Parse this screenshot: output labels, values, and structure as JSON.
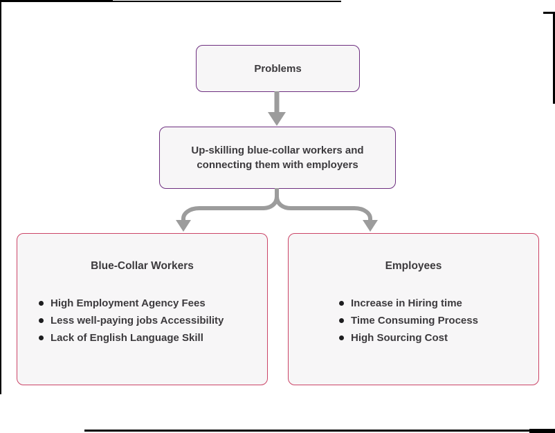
{
  "diagram": {
    "root": {
      "label": "Problems"
    },
    "statement": {
      "label": "Up-skilling blue-collar workers and connecting them with employers"
    },
    "branches": [
      {
        "title": "Blue-Collar Workers",
        "items": [
          "High Employment Agency Fees",
          "Less well-paying jobs Accessibility",
          "Lack of English Language Skill"
        ]
      },
      {
        "title": "Employees",
        "items": [
          "Increase in Hiring time",
          "Time Consuming Process",
          "High Sourcing Cost"
        ]
      }
    ],
    "colors": {
      "purple_border": "#6d2e7f",
      "pink_border": "#cb4366",
      "arrow_gray": "#9c9c9c",
      "node_fill": "#f7f6f7",
      "text": "#3c3a3d",
      "bullet": "#1d1d1f",
      "frame": "#000000"
    }
  }
}
